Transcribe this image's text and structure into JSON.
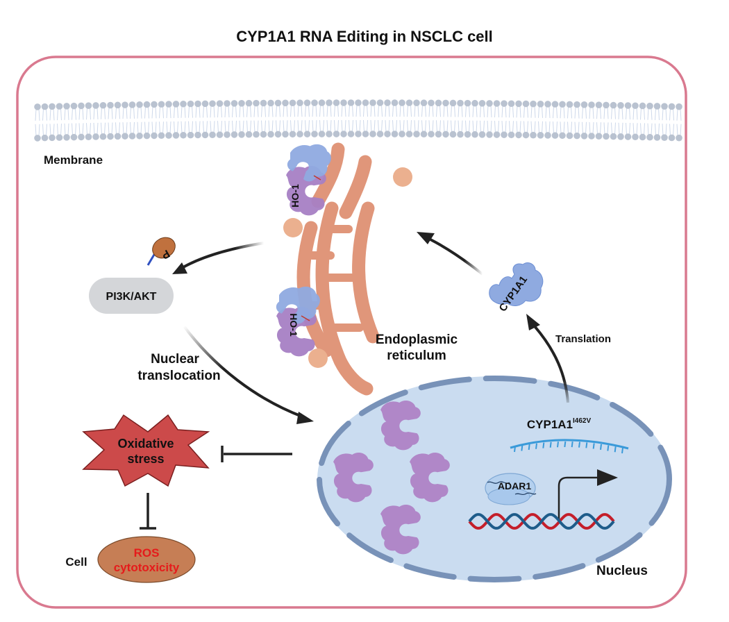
{
  "title": "CYP1A1 RNA Editing in NSCLC cell",
  "labels": {
    "membrane": "Membrane",
    "er_line1": "Endoplasmic",
    "er_line2": "reticulum",
    "ho1_top": "HO-1",
    "ho1_bottom": "HO-1",
    "phospho": "P",
    "pi3k_akt": "PI3K/AKT",
    "nuclear_translocation_line1": "Nuclear",
    "nuclear_translocation_line2": "translocation",
    "translation": "Translation",
    "cyp1a1_protein": "CYP1A1",
    "cyp1a1_variant": "CYP1A1",
    "cyp1a1_variant_superscript": "I462V",
    "adar1": "ADAR1",
    "nucleus": "Nucleus",
    "oxidative_line1": "Oxidative",
    "oxidative_line2": "stress",
    "cell": "Cell",
    "ros_line1": "ROS",
    "ros_line2": "cytotoxicity"
  },
  "colors": {
    "cell_border": "#d9798f",
    "lipid_head": "#b9c2d0",
    "er": "#e0967a",
    "er_vesicle": "#ebb08f",
    "ho1": "#a77fc4",
    "protein_blue": "#8faae0",
    "nucleus_fill": "#cadcf0",
    "nucleus_envelope": "#7892b8",
    "pi3k_fill": "#d4d6d9",
    "phospho_fill": "#c0713e",
    "stress_fill": "#cc4a4a",
    "ros_fill": "#c67e55",
    "ros_text": "#e51b1b",
    "mrna": "#3a9ad9",
    "dna_red": "#c41e2a",
    "dna_blue": "#1e5c8a"
  }
}
